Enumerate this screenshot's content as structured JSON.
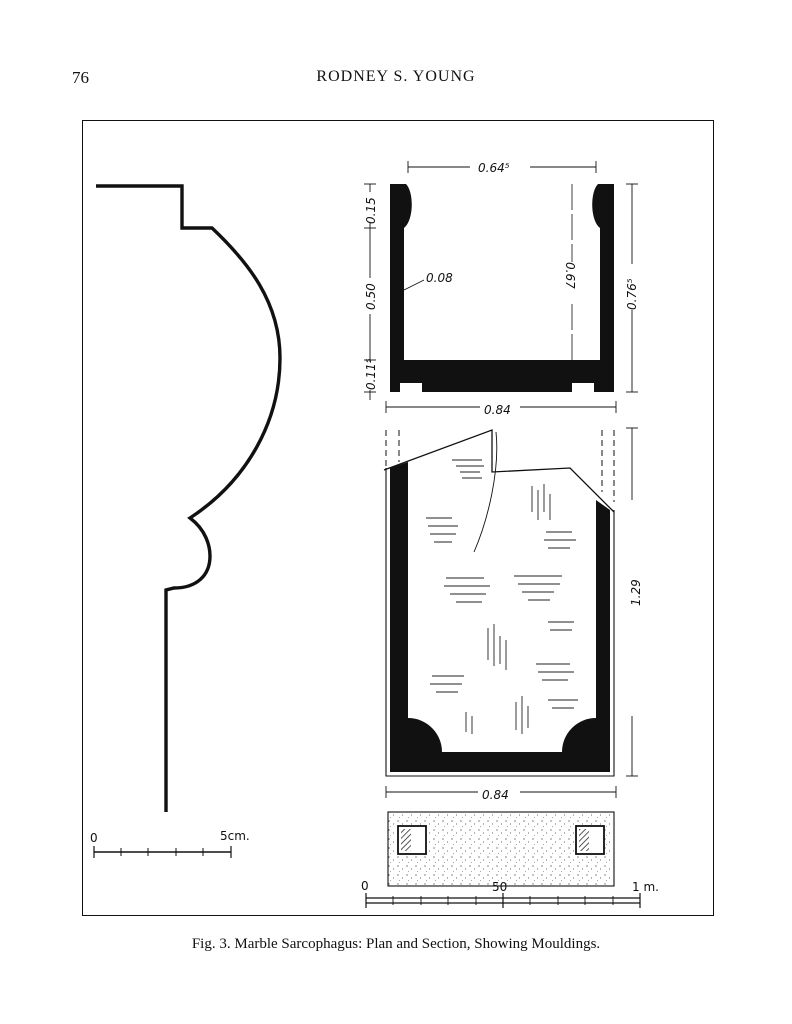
{
  "header": {
    "page_number": "76",
    "running_title": "RODNEY S. YOUNG"
  },
  "figure": {
    "caption": "Fig. 3.  Marble Sarcophagus: Plan and Section, Showing Mouldings.",
    "section_dimensions": {
      "top_width": "0.64⁵",
      "rim_height": "0.15",
      "middle_height": "0.50",
      "wall_thickness": "0.08",
      "inner_depth": "0.67",
      "outer_height": "0.76⁵",
      "base_height": "0.11⁵",
      "bottom_width": "0.84"
    },
    "plan_dimensions": {
      "length": "1.29",
      "width": "0.84"
    },
    "moulding_scale": {
      "start": "0",
      "end": "5cm."
    },
    "main_scale": {
      "start": "0",
      "middle": "50",
      "end": "1 m."
    }
  }
}
